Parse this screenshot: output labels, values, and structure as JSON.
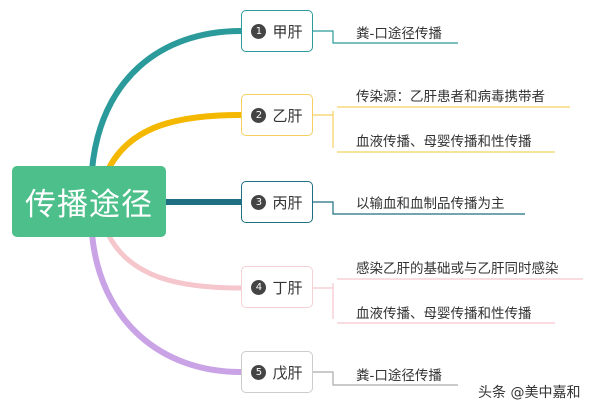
{
  "center": {
    "label": "传播途径",
    "color": "#4cbf8a"
  },
  "branches": [
    {
      "num": "1",
      "label": "甲肝",
      "color": "#2a9a9a",
      "leaves": [
        "粪-口途径传播"
      ]
    },
    {
      "num": "2",
      "label": "乙肝",
      "color": "#f5b800",
      "leaves": [
        "传染源：乙肝患者和病毒携带者",
        "血液传播、母婴传播和性传播"
      ]
    },
    {
      "num": "3",
      "label": "丙肝",
      "color": "#1f6f82",
      "leaves": [
        "以输血和血制品传播为主"
      ]
    },
    {
      "num": "4",
      "label": "丁肝",
      "color": "#f5c6cc",
      "leaves": [
        "感染乙肝的基础或与乙肝同时感染",
        "血液传播、母婴传播和性传播"
      ]
    },
    {
      "num": "5",
      "label": "戊肝",
      "color": "#c9a3e6",
      "leaves": [
        "粪-口途径传播"
      ]
    }
  ],
  "watermark": "头条 @美中嘉和"
}
